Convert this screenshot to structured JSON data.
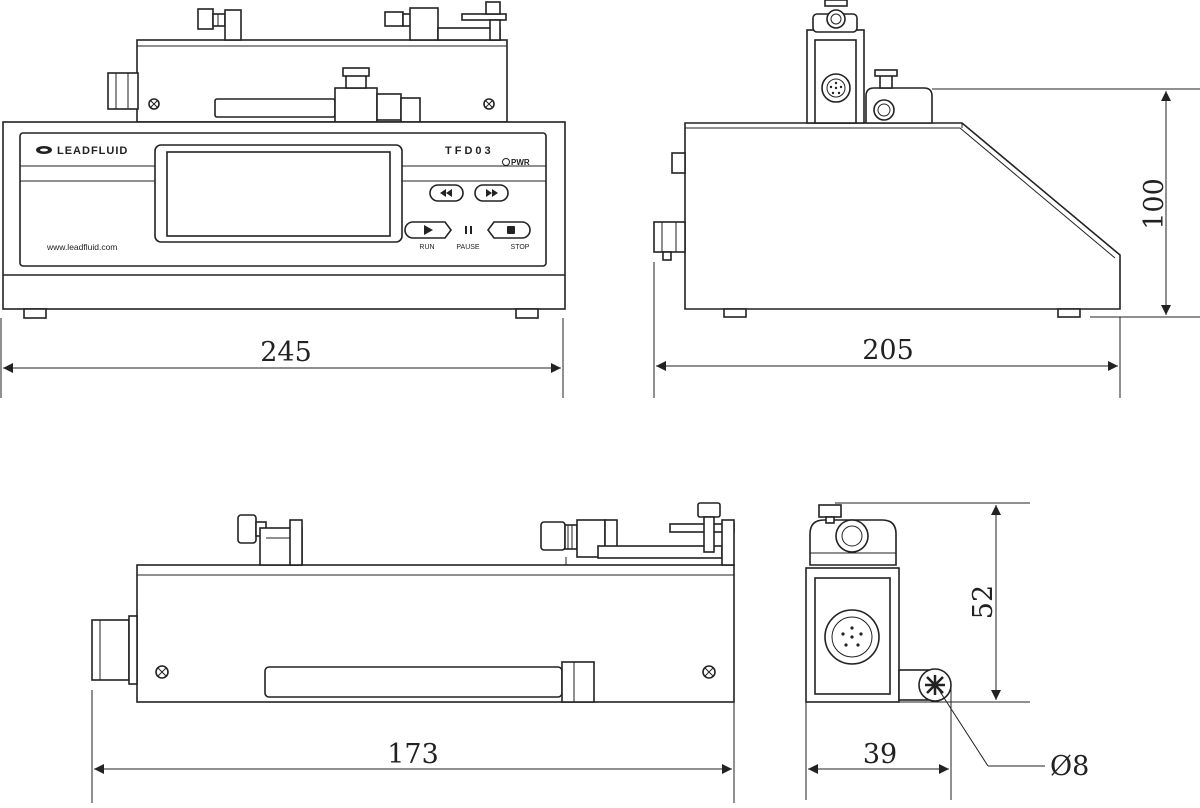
{
  "front_view": {
    "brand": "LEADFLUID",
    "model": "TFD03",
    "pwr_label": "PWR",
    "website": "www.leadfluid.com",
    "run_label": "RUN",
    "pause_label": "PAUSE",
    "stop_label": "STOP",
    "width_dim": "245"
  },
  "side_view": {
    "depth_dim": "205",
    "height_dim": "100"
  },
  "top_view": {
    "length_dim": "173"
  },
  "end_view": {
    "width_dim": "39",
    "height_dim": "52",
    "diameter_dim": "Ø8"
  }
}
